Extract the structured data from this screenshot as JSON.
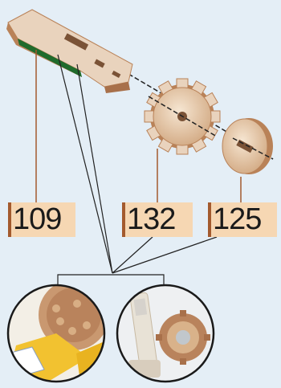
{
  "part_labels": [
    "109",
    "132",
    "125"
  ],
  "detail_views": [
    "detail-view-left",
    "detail-view-right"
  ],
  "colors": {
    "background": "#e4eef6",
    "label_fill": "#f6d7b3",
    "label_border": "#a35a2e",
    "wood": "#e9d3bd",
    "wood_dark": "#b98258",
    "green_strip": "#1f6b2c",
    "leader": "#a35a2e"
  },
  "icons": [
    "wooden-arm-part-icon",
    "gear-part-icon",
    "wheel-part-icon",
    "detail-left-gear-icon",
    "detail-right-gear-icon"
  ]
}
